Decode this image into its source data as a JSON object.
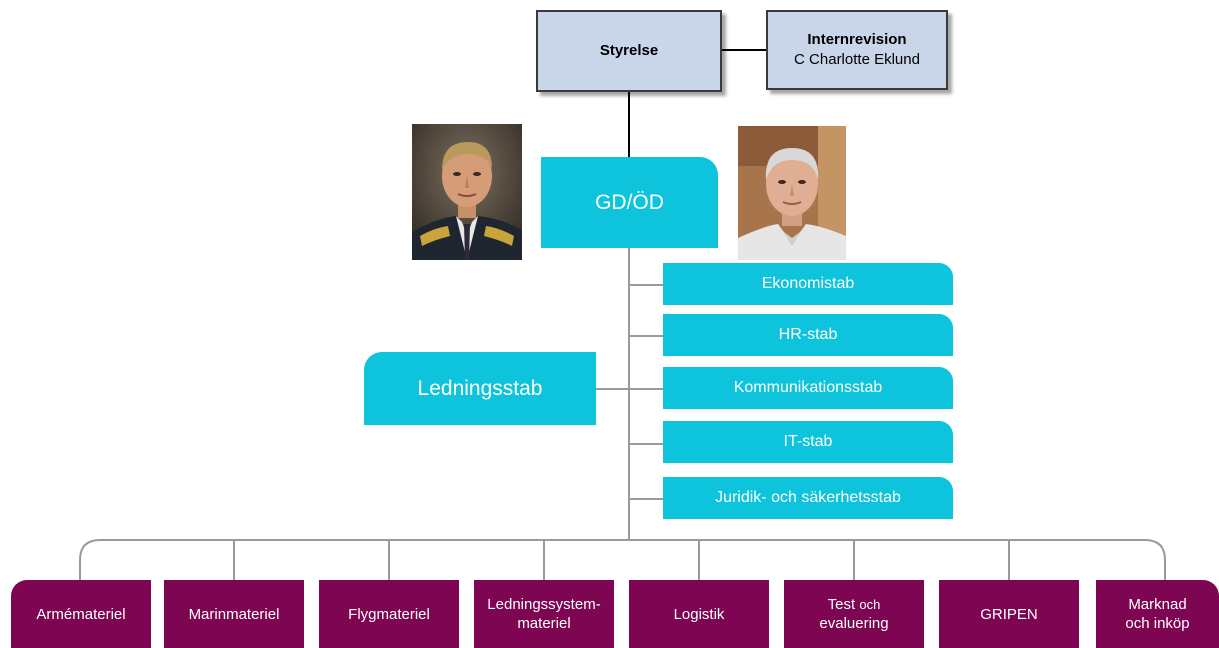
{
  "board": {
    "title": "Styrelse"
  },
  "internal_audit": {
    "title": "Internrevision",
    "person": "C Charlotte Eklund"
  },
  "gd": {
    "label": "GD/ÖD"
  },
  "ledningsstab": {
    "label": "Ledningsstab"
  },
  "staffs": [
    "Ekonomistab",
    "HR-stab",
    "Kommunikationsstab",
    "IT-stab",
    "Juridik- och säkerhetsstab"
  ],
  "divisions": [
    {
      "line1": "Armémateriel"
    },
    {
      "line1": "Marinmateriel"
    },
    {
      "line1": "Flygmateriel"
    },
    {
      "line1": "Ledningssystem-",
      "line2": "materiel"
    },
    {
      "line1": "Logistik"
    },
    {
      "line1": "Test",
      "line1_small": "och",
      "line2": "evaluering"
    },
    {
      "line1": "GRIPEN"
    },
    {
      "line1": "Marknad",
      "line2": "och inköp"
    }
  ],
  "colors": {
    "board_fill": "#c9d6ea",
    "staff_cyan": "#0dc4dc",
    "division_purple": "#7d0552",
    "connector_gray": "#9a9a9a"
  }
}
